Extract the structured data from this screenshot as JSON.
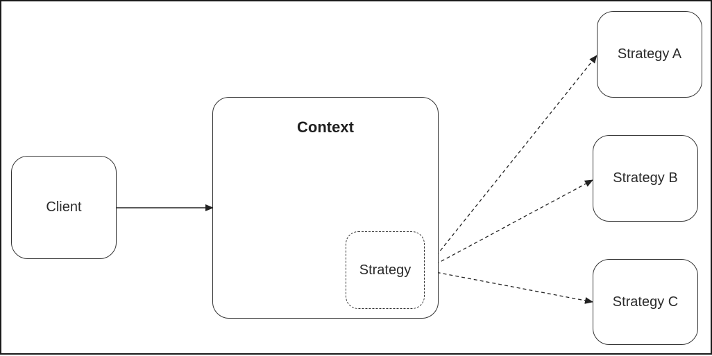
{
  "diagram": {
    "client": {
      "label": "Client"
    },
    "context": {
      "title": "Context"
    },
    "strategy_slot": {
      "label": "Strategy"
    },
    "strategies": [
      {
        "label": "Strategy A"
      },
      {
        "label": "Strategy B"
      },
      {
        "label": "Strategy C"
      }
    ]
  }
}
